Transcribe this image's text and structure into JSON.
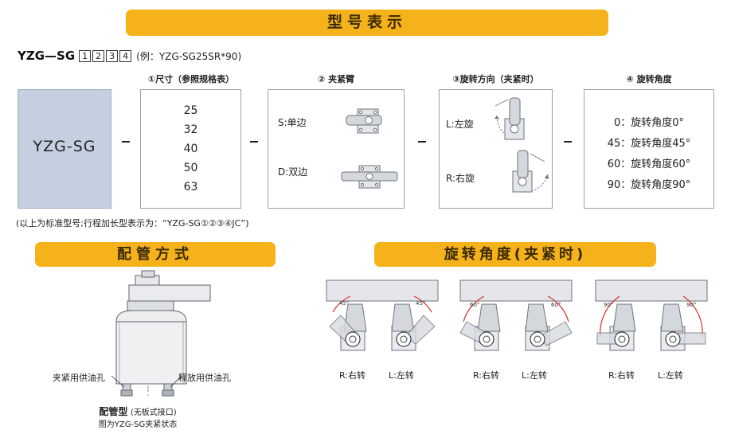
{
  "sections": {
    "model": "型号表示",
    "piping": "配管方式",
    "angle": "旋转角度(夹紧时)"
  },
  "model_line": {
    "code": "YZG—SG",
    "boxes": [
      "1",
      "2",
      "3",
      "4"
    ],
    "example": "(例：YZG-SG25SR*90)"
  },
  "columns": {
    "size": "①尺寸（参照规格表）",
    "arm": "② 夹紧臂",
    "dir": "③旋转方向（夹紧时）",
    "angle": "④  旋转角度"
  },
  "model_box": "YZG-SG",
  "sizes": [
    "25",
    "32",
    "40",
    "50",
    "63"
  ],
  "arm_options": [
    "S:单边",
    "D:双边"
  ],
  "dir_options": [
    "L:左旋",
    "R:右旋"
  ],
  "angle_options": [
    "0：旋转角度0°",
    "45：旋转角度45°",
    "60：旋转角度60°",
    "90：旋转角度90°"
  ],
  "footnote": "(以上为标准型号;行程加长型表示为：“YZG-SG①②③④JC”)",
  "piping": {
    "left_port": "夹紧用供油孔",
    "right_port": "释放用供油孔",
    "caption_title": "配管型",
    "caption_note": "(无板式接口)",
    "caption_line2": "图为YZG-SG夹紧状态"
  },
  "rotation_groups": [
    {
      "angle": "45°",
      "left_label": "R:右转",
      "right_label": "L:左转"
    },
    {
      "angle": "60°",
      "left_label": "R:右转",
      "right_label": "L:左转"
    },
    {
      "angle": "90°",
      "left_label": "R:右转",
      "right_label": "L:左转"
    }
  ],
  "colors": {
    "banner": "#f5b21a",
    "model_panel": "#c4d0e0",
    "arc": "#d9302c"
  }
}
